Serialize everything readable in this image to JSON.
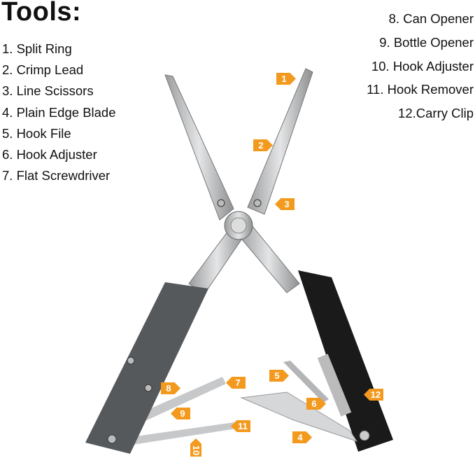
{
  "title": "Tools:",
  "left_list": [
    "1. Split Ring",
    "2. Crimp Lead",
    "3. Line Scissors",
    "4. Plain Edge Blade",
    "5. Hook File",
    "6. Hook Adjuster",
    "7. Flat Screwdriver"
  ],
  "right_list": [
    "8. Can Opener",
    "9. Bottle Opener",
    "10. Hook Adjuster",
    "11. Hook Remover",
    "12.Carry Clip"
  ],
  "tags": [
    "1",
    "2",
    "3",
    "4",
    "5",
    "6",
    "7",
    "8",
    "9",
    "10",
    "11",
    "12"
  ],
  "colors": {
    "tag": "#f39a1e",
    "steel": "#c9cacc",
    "left_handle": "#55585b",
    "right_handle": "#1a1a1a"
  }
}
